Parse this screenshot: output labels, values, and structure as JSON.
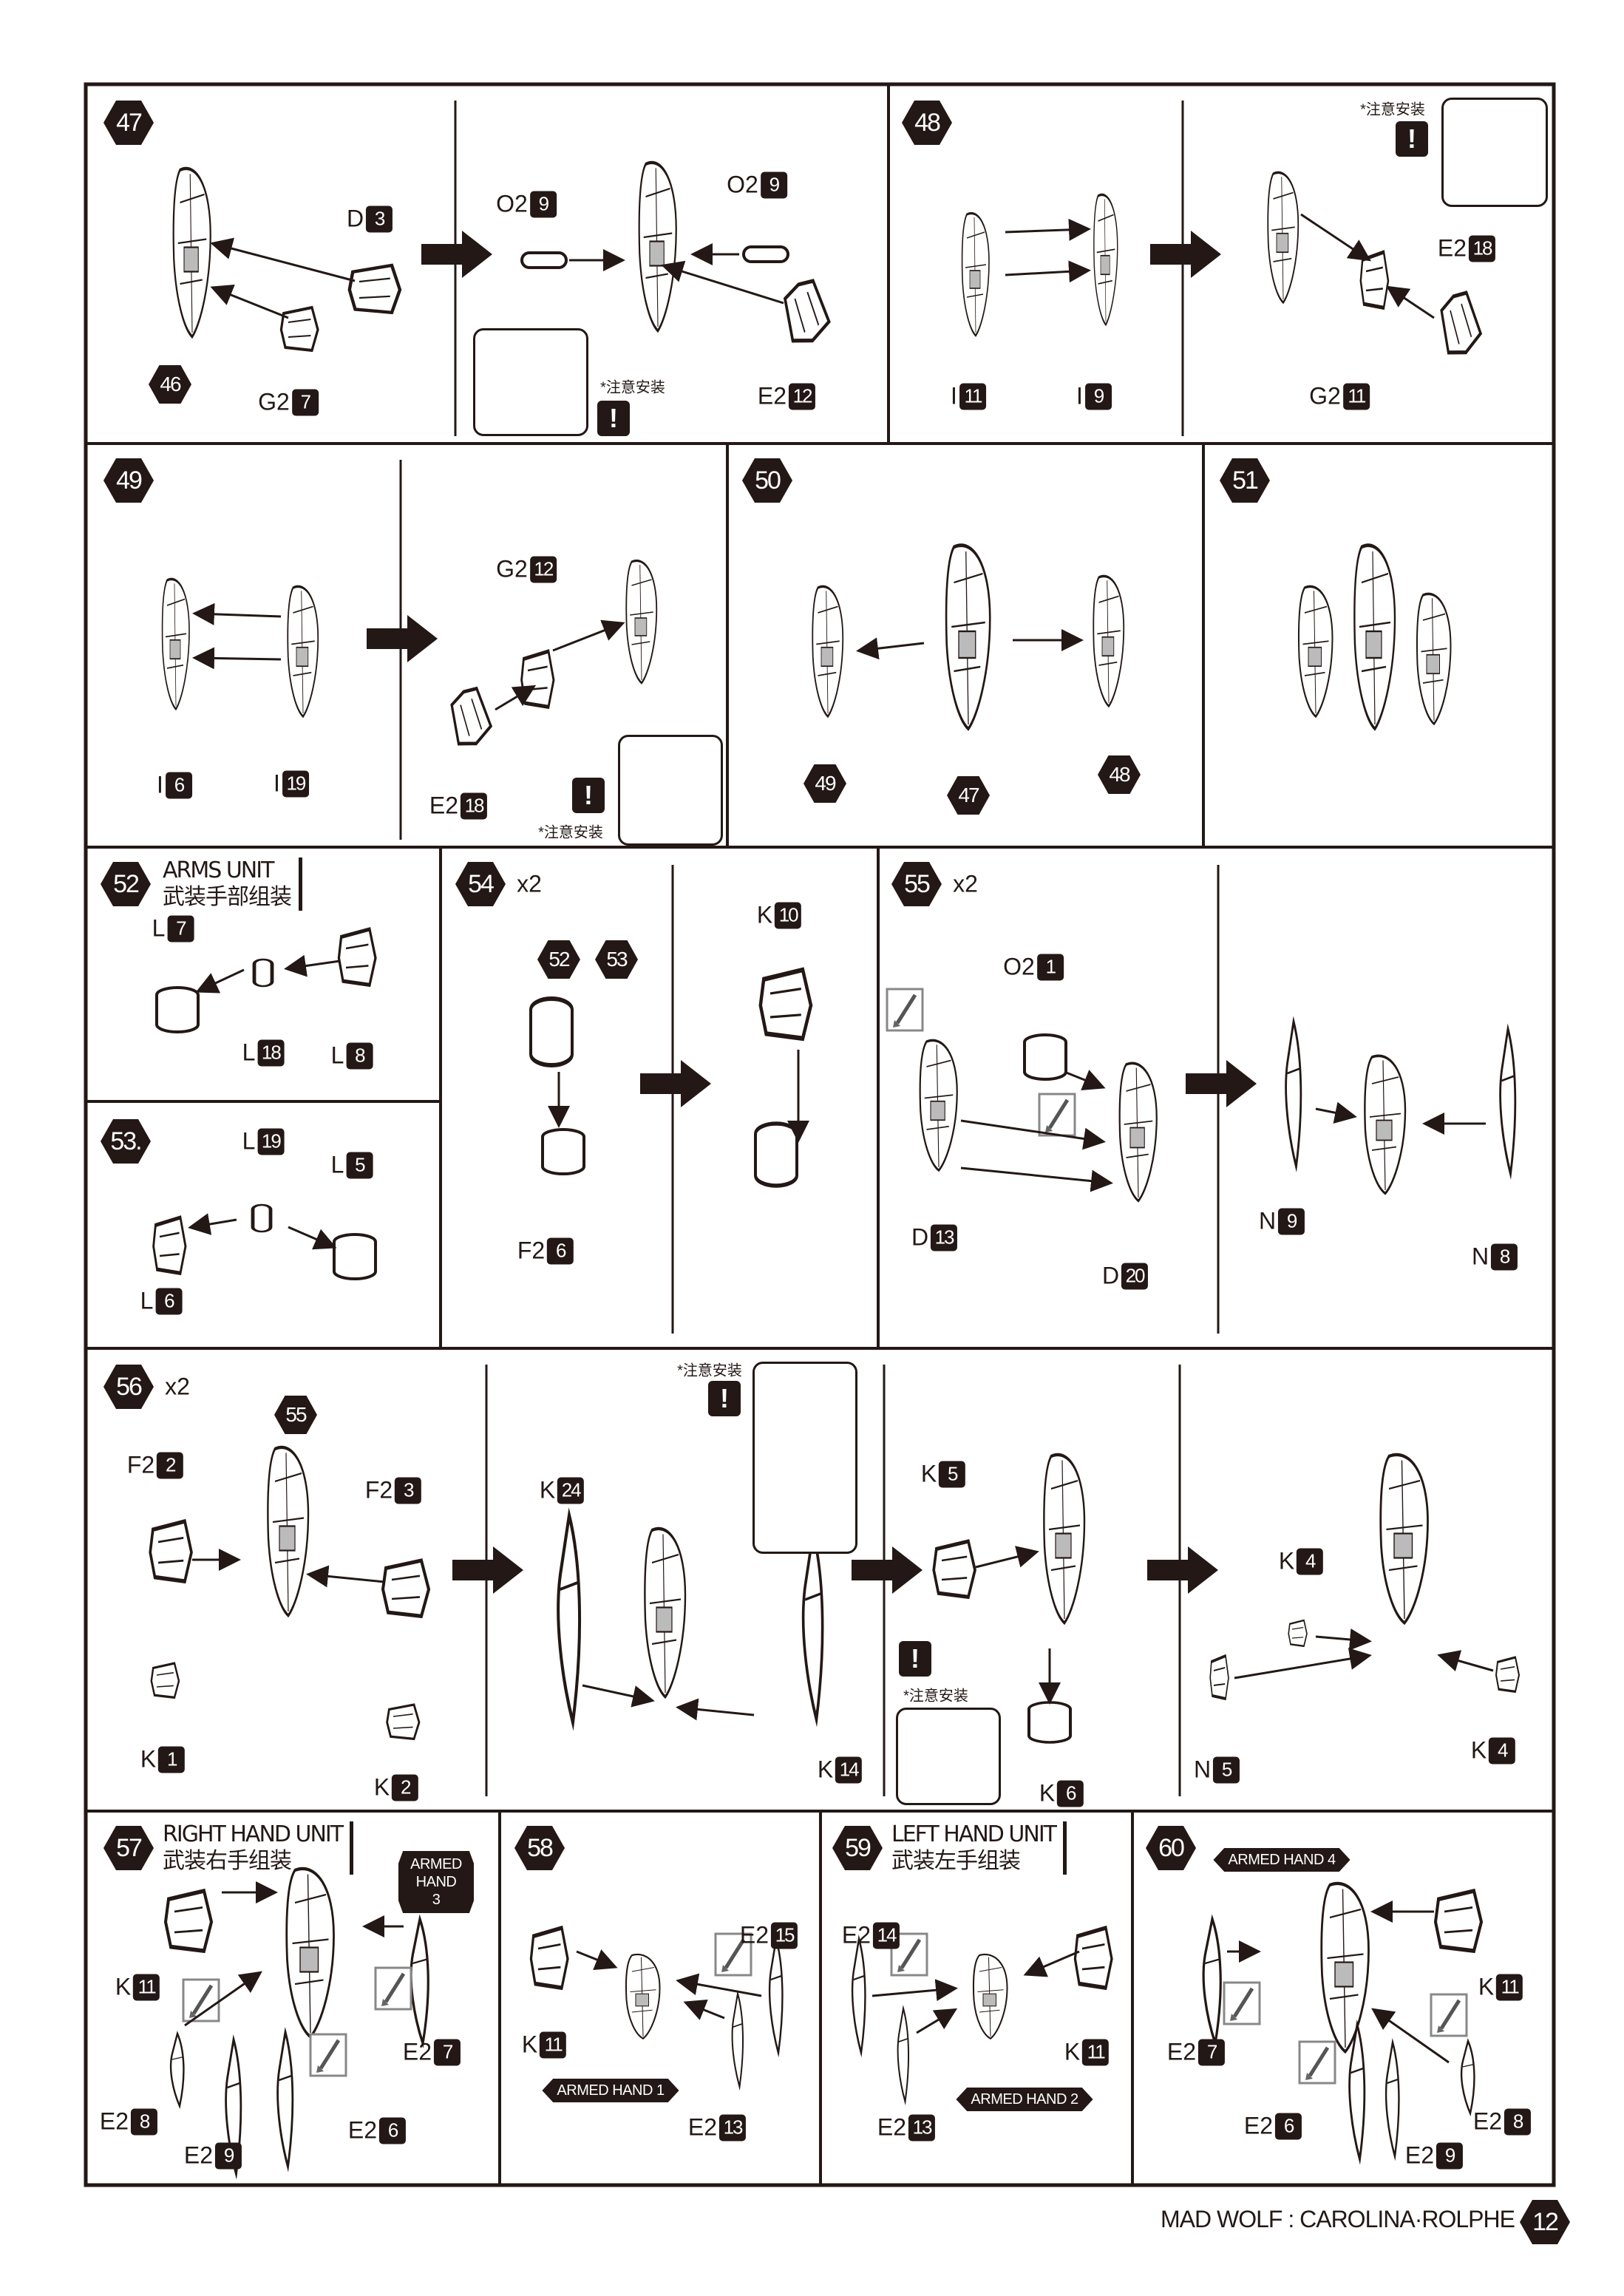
{
  "steps": {
    "s47": {
      "num": "47",
      "sub": "46",
      "parts": [
        [
          "D",
          "3"
        ],
        [
          "G2",
          "7"
        ],
        [
          "O2",
          "9"
        ],
        [
          "O2",
          "9"
        ],
        [
          "E2",
          "12"
        ]
      ],
      "note": "*注意安装",
      "warn": "!"
    },
    "s48": {
      "num": "48",
      "parts": [
        [
          "I",
          "11"
        ],
        [
          "I",
          "9"
        ],
        [
          "E2",
          "18"
        ],
        [
          "G2",
          "11"
        ]
      ],
      "note": "*注意安装",
      "warn": "!"
    },
    "s49": {
      "num": "49",
      "parts": [
        [
          "I",
          "6"
        ],
        [
          "I",
          "19"
        ],
        [
          "G2",
          "12"
        ],
        [
          "E2",
          "18"
        ]
      ],
      "note": "*注意安装",
      "warn": "!"
    },
    "s50": {
      "num": "50",
      "subs": [
        "49",
        "47",
        "48"
      ]
    },
    "s51": {
      "num": "51"
    },
    "s52": {
      "num": "52",
      "title_en": "ARMS UNIT",
      "title_cn": "武装手部组装",
      "parts": [
        [
          "L",
          "7"
        ],
        [
          "L",
          "18"
        ],
        [
          "L",
          "8"
        ]
      ]
    },
    "s53": {
      "num": "53.",
      "parts": [
        [
          "L",
          "19"
        ],
        [
          "L",
          "5"
        ],
        [
          "L",
          "6"
        ]
      ]
    },
    "s54": {
      "num": "54",
      "mult": "x2",
      "subs": [
        "52",
        "53"
      ],
      "parts": [
        [
          "F2",
          "6"
        ],
        [
          "K",
          "10"
        ]
      ]
    },
    "s55": {
      "num": "55",
      "mult": "x2",
      "parts": [
        [
          "O2",
          "1"
        ],
        [
          "D",
          "13"
        ],
        [
          "D",
          "20"
        ],
        [
          "N",
          "9"
        ],
        [
          "N",
          "8"
        ]
      ]
    },
    "s56": {
      "num": "56",
      "mult": "x2",
      "sub": "55",
      "parts": [
        [
          "F2",
          "2"
        ],
        [
          "F2",
          "3"
        ],
        [
          "K",
          "1"
        ],
        [
          "K",
          "2"
        ],
        [
          "K",
          "24"
        ],
        [
          "K",
          "14"
        ],
        [
          "K",
          "5"
        ],
        [
          "K",
          "6"
        ],
        [
          "K",
          "4"
        ],
        [
          "N",
          "5"
        ],
        [
          "K",
          "4"
        ]
      ],
      "notes": [
        "*注意安装",
        "*注意安装"
      ],
      "warn": "!"
    },
    "s57": {
      "num": "57",
      "title_en": "RIGHT HAND UNIT",
      "title_cn": "武装右手组装",
      "tag": "ARMED HAND 3",
      "parts": [
        [
          "K",
          "11"
        ],
        [
          "E2",
          "7"
        ],
        [
          "E2",
          "8"
        ],
        [
          "E2",
          "9"
        ],
        [
          "E2",
          "6"
        ]
      ]
    },
    "s58": {
      "num": "58",
      "tag": "ARMED HAND 1",
      "parts": [
        [
          "E2",
          "15"
        ],
        [
          "K",
          "11"
        ],
        [
          "E2",
          "13"
        ]
      ]
    },
    "s59": {
      "num": "59",
      "title_en": "LEFT HAND UNIT",
      "title_cn": "武装左手组装",
      "tag": "ARMED HAND 2",
      "parts": [
        [
          "E2",
          "14"
        ],
        [
          "K",
          "11"
        ],
        [
          "E2",
          "13"
        ]
      ]
    },
    "s60": {
      "num": "60",
      "tag": "ARMED HAND 4",
      "parts": [
        [
          "K",
          "11"
        ],
        [
          "E2",
          "7"
        ],
        [
          "E2",
          "6"
        ],
        [
          "E2",
          "9"
        ],
        [
          "E2",
          "8"
        ]
      ]
    }
  },
  "footer": {
    "title": "MAD WOLF : CAROLINA·ROLPHE",
    "page": "12"
  },
  "colors": {
    "ink": "#231815",
    "paint_icon": "#888888"
  }
}
